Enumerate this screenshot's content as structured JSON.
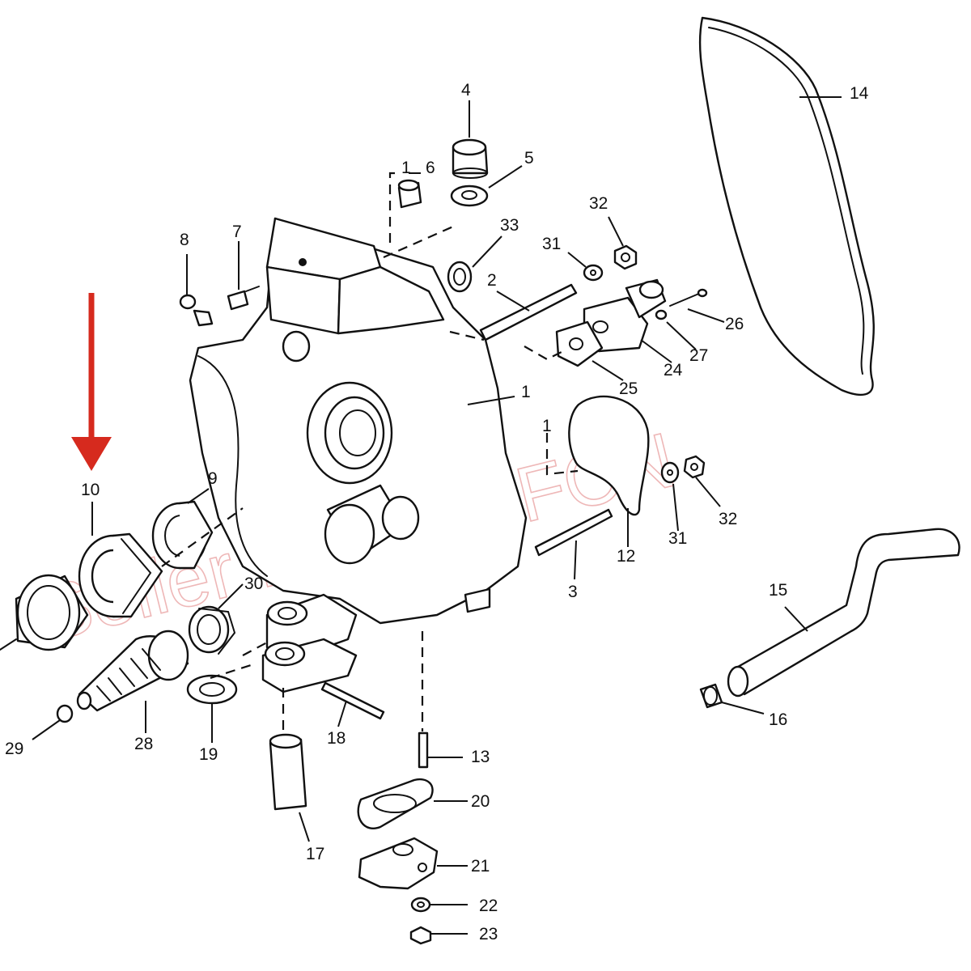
{
  "callouts": [
    {
      "id": "c4",
      "text": "4"
    },
    {
      "id": "c6",
      "text": "6"
    },
    {
      "id": "c6b",
      "text": "1"
    },
    {
      "id": "c5",
      "text": "5"
    },
    {
      "id": "c8",
      "text": "8"
    },
    {
      "id": "c7",
      "text": "7"
    },
    {
      "id": "c33",
      "text": "33"
    },
    {
      "id": "c32a",
      "text": "32"
    },
    {
      "id": "c31a",
      "text": "31"
    },
    {
      "id": "c2",
      "text": "2"
    },
    {
      "id": "c26",
      "text": "26"
    },
    {
      "id": "c27",
      "text": "27"
    },
    {
      "id": "c24",
      "text": "24"
    },
    {
      "id": "c25",
      "text": "25"
    },
    {
      "id": "c1a",
      "text": "1"
    },
    {
      "id": "c1b",
      "text": "1"
    },
    {
      "id": "c14",
      "text": "14"
    },
    {
      "id": "c10",
      "text": "10"
    },
    {
      "id": "c9",
      "text": "9"
    },
    {
      "id": "c30",
      "text": "30"
    },
    {
      "id": "c12",
      "text": "12"
    },
    {
      "id": "c3",
      "text": "3"
    },
    {
      "id": "c31b",
      "text": "31"
    },
    {
      "id": "c32b",
      "text": "32"
    },
    {
      "id": "c15",
      "text": "15"
    },
    {
      "id": "c16",
      "text": "16"
    },
    {
      "id": "c29",
      "text": "29"
    },
    {
      "id": "c28",
      "text": "28"
    },
    {
      "id": "c19",
      "text": "19"
    },
    {
      "id": "c18",
      "text": "18"
    },
    {
      "id": "c13",
      "text": "13"
    },
    {
      "id": "c17",
      "text": "17"
    },
    {
      "id": "c20",
      "text": "20"
    },
    {
      "id": "c21",
      "text": "21"
    },
    {
      "id": "c22",
      "text": "22"
    },
    {
      "id": "c23",
      "text": "23"
    }
  ],
  "watermark": {
    "text": "Seller : JIANOFCN",
    "color": "#e9a0a0"
  },
  "colors": {
    "line": "#111111",
    "arrow": "#d62a1e",
    "background": "#ffffff"
  }
}
